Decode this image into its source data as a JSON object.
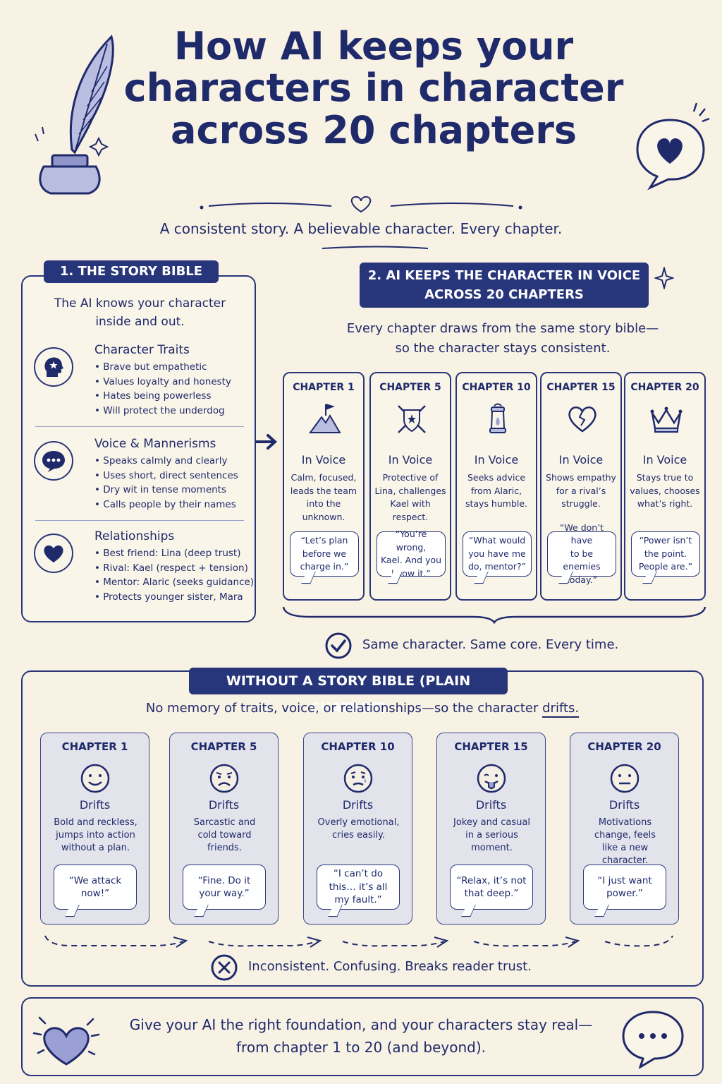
{
  "header": {
    "title_lines": [
      "How AI keeps your",
      "characters in character",
      "across 20 chapters"
    ],
    "subtitle": "A consistent story. A believable character. Every chapter."
  },
  "bible": {
    "label": "1. THE STORY BIBLE",
    "intro_lines": [
      "The AI knows your character",
      "inside and out."
    ],
    "sections": [
      {
        "heading": "Character Traits",
        "icon": "head-star-icon",
        "items": [
          "Brave but empathetic",
          "Values loyalty and honesty",
          "Hates being powerless",
          "Will protect the underdog"
        ]
      },
      {
        "heading": "Voice & Mannerisms",
        "icon": "speech-bubble-icon",
        "items": [
          "Speaks calmly and clearly",
          "Uses short, direct sentences",
          "Dry wit in tense moments",
          "Calls people by their names"
        ]
      },
      {
        "heading": "Relationships",
        "icon": "heart-icon",
        "items": [
          "Best friend: Lina (deep trust)",
          "Rival: Kael (respect + tension)",
          "Mentor: Alaric (seeks guidance)",
          "Protects younger sister, Mara"
        ]
      }
    ]
  },
  "voice": {
    "label_lines": [
      "2. AI KEEPS THE CHARACTER IN VOICE",
      "ACROSS 20 CHAPTERS"
    ],
    "intro_lines": [
      "Every chapter draws from the same story bible—",
      "so the character stays consistent."
    ],
    "chapters": [
      {
        "chapter": "CHAPTER 1",
        "status": "In Voice",
        "icon": "mountain-flag-icon",
        "desc_lines": [
          "Calm, focused,",
          "leads the team",
          "into the unknown."
        ],
        "quote_lines": [
          "“Let’s plan",
          "before we",
          "charge in.”"
        ]
      },
      {
        "chapter": "CHAPTER 5",
        "status": "In Voice",
        "icon": "shield-swords-icon",
        "desc_lines": [
          "Protective of",
          "Lina, challenges",
          "Kael with",
          "respect."
        ],
        "quote_lines": [
          "“You’re wrong,",
          "Kael. And you",
          "know it.”"
        ]
      },
      {
        "chapter": "CHAPTER 10",
        "status": "In Voice",
        "icon": "lantern-icon",
        "desc_lines": [
          "Seeks advice",
          "from Alaric,",
          "stays humble."
        ],
        "quote_lines": [
          "“What would",
          "you have me",
          "do, mentor?”"
        ]
      },
      {
        "chapter": "CHAPTER 15",
        "status": "In Voice",
        "icon": "broken-heart-icon",
        "desc_lines": [
          "Shows empathy",
          "for a rival’s",
          "struggle."
        ],
        "quote_lines": [
          "“We don’t have",
          "to be enemies",
          "today.”"
        ]
      },
      {
        "chapter": "CHAPTER 20",
        "status": "In Voice",
        "icon": "crown-icon",
        "desc_lines": [
          "Stays true to",
          "values, chooses",
          "what’s right."
        ],
        "quote_lines": [
          "“Power isn’t",
          "the point.",
          "People are.”"
        ]
      }
    ],
    "result": "Same character. Same core. Every time."
  },
  "drift": {
    "label": "WITHOUT A STORY BIBLE (PLAIN CHATBOT)",
    "intro_prefix": "No memory of traits, voice, or relationships—so the character ",
    "intro_emph": "drifts.",
    "chapters": [
      {
        "chapter": "CHAPTER 1",
        "status": "Drifts",
        "icon": "smile-face-icon",
        "desc_lines": [
          "Bold and reckless,",
          "jumps into action",
          "without a plan."
        ],
        "quote_lines": [
          "“We attack",
          "now!”"
        ]
      },
      {
        "chapter": "CHAPTER 5",
        "status": "Drifts",
        "icon": "frown-face-icon",
        "desc_lines": [
          "Sarcastic and",
          "cold toward",
          "friends."
        ],
        "quote_lines": [
          "“Fine. Do it",
          "your way.”"
        ]
      },
      {
        "chapter": "CHAPTER 10",
        "status": "Drifts",
        "icon": "sad-face-icon",
        "desc_lines": [
          "Overly emotional,",
          "cries easily."
        ],
        "quote_lines": [
          "“I can’t do",
          "this… it’s all",
          "my fault.”"
        ]
      },
      {
        "chapter": "CHAPTER 15",
        "status": "Drifts",
        "icon": "tongue-face-icon",
        "desc_lines": [
          "Jokey and casual",
          "in a serious",
          "moment."
        ],
        "quote_lines": [
          "“Relax, it’s not",
          "that deep.”"
        ]
      },
      {
        "chapter": "CHAPTER 20",
        "status": "Drifts",
        "icon": "neutral-face-icon",
        "desc_lines": [
          "Motivations",
          "change, feels",
          "like a new",
          "character."
        ],
        "quote_lines": [
          "“I just want",
          "power.”"
        ]
      }
    ],
    "result": "Inconsistent. Confusing. Breaks reader trust."
  },
  "footer": {
    "lines": [
      "Give your AI the right foundation, and your characters stay real—",
      "from chapter 1 to 20 (and beyond)."
    ]
  },
  "colors": {
    "navy": "#1f2a6b",
    "paper": "#f8f2e4",
    "card_grey": "#e3e3ec"
  }
}
